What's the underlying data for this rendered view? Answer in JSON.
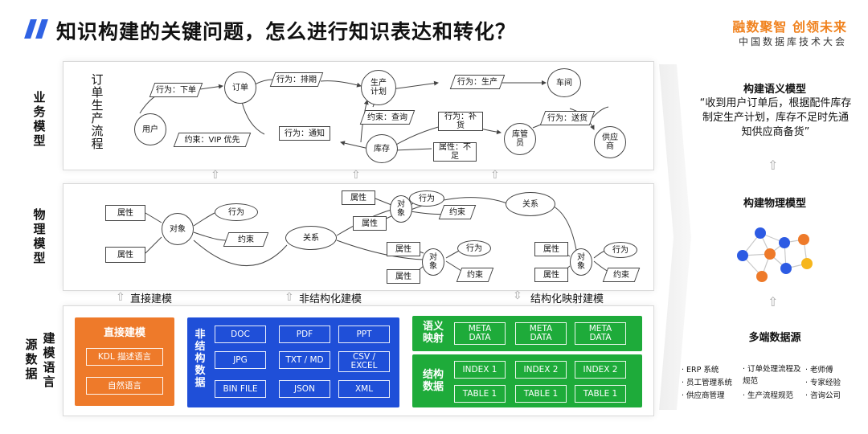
{
  "title": "知识构建的关键问题，怎么进行知识表达和转化？",
  "brand": {
    "slogan": "融数聚智 创领未来",
    "conference": "中国数据库技术大会"
  },
  "layers": {
    "business": "业务模型",
    "physical": "物理模型",
    "source": "源数据",
    "source_sub": "建模语言",
    "business_sub": "订单生产流程"
  },
  "business_nodes": {
    "user": "用户",
    "act_order": "行为：下单",
    "order": "订单",
    "act_schedule": "行为：排期",
    "plan": "生产计划",
    "act_produce": "行为：生产",
    "workshop": "车间",
    "constraint_vip": "约束：VIP 优先",
    "act_notify": "行为：通知",
    "constraint_query": "约束：查询",
    "inventory": "库存",
    "act_replenish": "行为：补货",
    "attr_insufficient": "属性：不足",
    "manager": "库管员",
    "act_deliver": "行为：送货",
    "supplier": "供应商"
  },
  "physical_nodes": {
    "attr": "属性",
    "object": "对象",
    "action": "行为",
    "constraint": "约束",
    "relation": "关系"
  },
  "methods": {
    "direct": "直接建模",
    "unstructured": "非结构化建模",
    "structured": "结构化映射建模"
  },
  "source_panels": {
    "direct": {
      "title": "直接建模",
      "items": [
        "KDL 描述语言",
        "自然语言"
      ]
    },
    "unstructured": {
      "title": "非结构数据",
      "items": [
        "DOC",
        "PDF",
        "PPT",
        "JPG",
        "TXT / MD",
        "CSV / EXCEL",
        "BIN FILE",
        "JSON",
        "XML"
      ]
    },
    "semantic": {
      "title": "语义映射",
      "items": [
        "META DATA",
        "META DATA",
        "META DATA"
      ]
    },
    "structured": {
      "title": "结构数据",
      "items": [
        "INDEX 1",
        "INDEX 2",
        "INDEX 2",
        "TABLE 1",
        "TABLE 1",
        "TABLE 1"
      ]
    }
  },
  "right": {
    "semantic_title": "构建语义模型",
    "semantic_quote": "“收到用户订单后，根据配件库存制定生产计划，库存不足时先通知供应商备货”",
    "physical_title": "构建物理模型",
    "source_title": "多端数据源",
    "sources": [
      "ERP 系统",
      "员工管理系统",
      "供应商管理",
      "订单处理流程及规范",
      "生产流程规范",
      "老师傅",
      "专家经验",
      "咨询公司"
    ]
  },
  "colors": {
    "blue": "#1f4fd8",
    "orange": "#ee7a2a",
    "green": "#1eab3a",
    "network_blue": "#2d5be3",
    "network_orange": "#ee7a2a",
    "network_yellow": "#f6b61c"
  }
}
